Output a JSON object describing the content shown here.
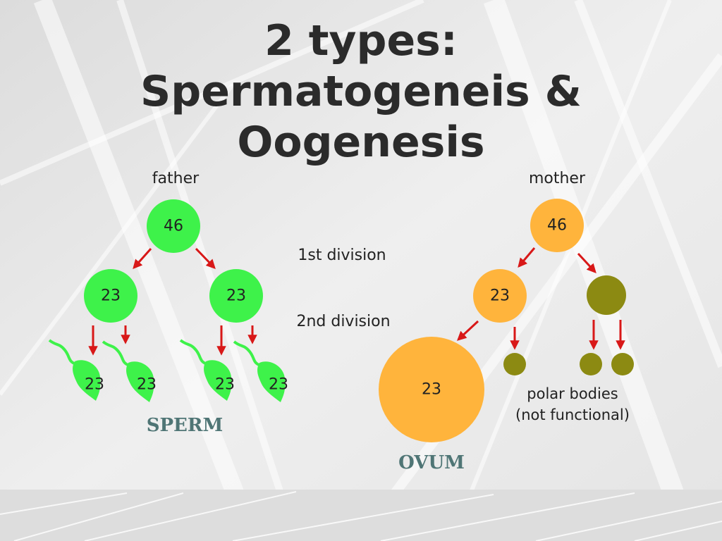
{
  "title": {
    "line1": "2 types:",
    "line2": "Spermatogeneis &",
    "line3": "Oogenesis"
  },
  "diagram": {
    "father_label": "father",
    "mother_label": "mother",
    "division1_label": "1st division",
    "division2_label": "2nd division",
    "sperm_caption": "SPERM",
    "ovum_caption": "OVUM",
    "polar_label_line1": "polar bodies",
    "polar_label_line2": "(not functional)",
    "father_cell": "46",
    "father_daughter_left": "23",
    "father_daughter_right": "23",
    "sperm_values": [
      "23",
      "23",
      "23",
      "23"
    ],
    "mother_cell": "46",
    "mother_daughter": "23",
    "ovum_value": "23",
    "colors": {
      "green": "#3ef24a",
      "orange": "#ffb43c",
      "olive": "#8c8a12",
      "arrow": "#d81818",
      "caption": "#4f7575"
    }
  }
}
